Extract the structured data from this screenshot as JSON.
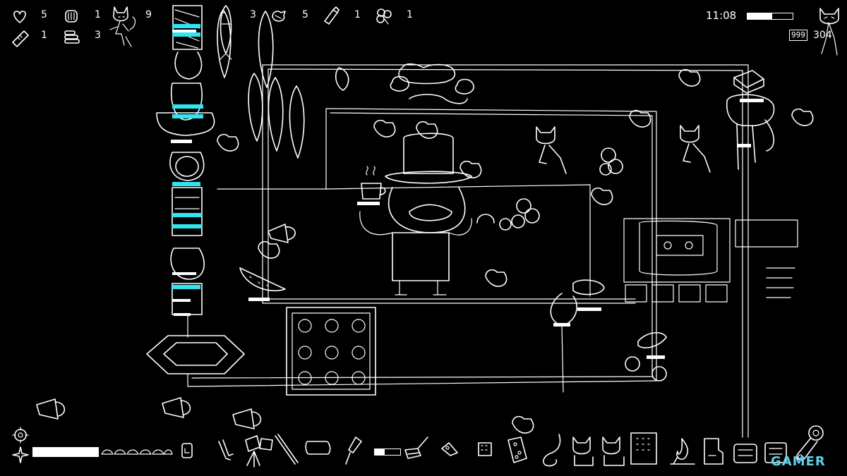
{
  "hud": {
    "inventory": [
      {
        "icon": "heart-icon",
        "count": "5"
      },
      {
        "icon": "scroll-icon",
        "count": "1"
      },
      {
        "icon": "cat-icon",
        "count": "9"
      },
      {
        "icon": "fish-icon",
        "count": "3"
      },
      {
        "icon": "bird-icon",
        "count": "5"
      },
      {
        "icon": "bottle-icon",
        "count": "1"
      },
      {
        "icon": "clover-icon",
        "count": "1"
      },
      {
        "icon": "bandage-icon",
        "count": "1"
      },
      {
        "icon": "coins-icon",
        "count": "3"
      }
    ],
    "clock": "11:08",
    "time_progress": 0.55,
    "money_label": "999",
    "money_count": "304"
  },
  "toolbar": {
    "left_bar_progress": 1.0,
    "items": [
      "spring-icon",
      "phone-icon",
      "tongs-icon",
      "drum-icon",
      "stick-icon",
      "towel-icon",
      "brush-icon",
      "broom-icon",
      "tag-icon",
      "card-icon",
      "dice-icon",
      "hook-icon",
      "cat-icon",
      "cat-icon",
      "board-icon",
      "fire-icon",
      "pot-icon",
      "box-icon",
      "cog-icon"
    ]
  },
  "watermark": "GAMER",
  "colors": {
    "background": "#000000",
    "line": "#ffffff",
    "accent": "#2ee6f0",
    "watermark": "#5fd0e8"
  }
}
